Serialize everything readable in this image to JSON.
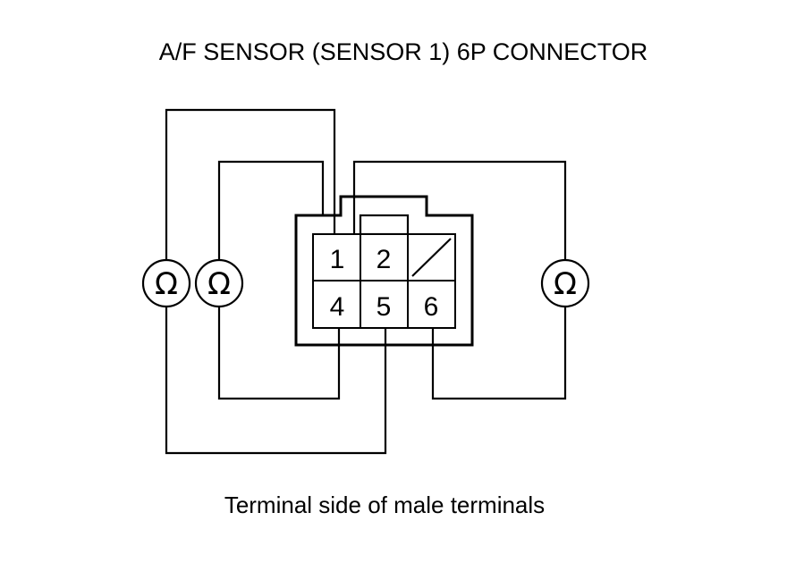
{
  "title": "A/F SENSOR (SENSOR 1) 6P CONNECTOR",
  "caption": "Terminal side of male terminals",
  "connector": {
    "pins": [
      "1",
      "2",
      "",
      "4",
      "5",
      "6"
    ]
  },
  "meters": [
    {
      "symbol": "Ω",
      "icon": "ohmmeter-icon"
    },
    {
      "symbol": "Ω",
      "icon": "ohmmeter-icon"
    },
    {
      "symbol": "Ω",
      "icon": "ohmmeter-icon"
    }
  ]
}
